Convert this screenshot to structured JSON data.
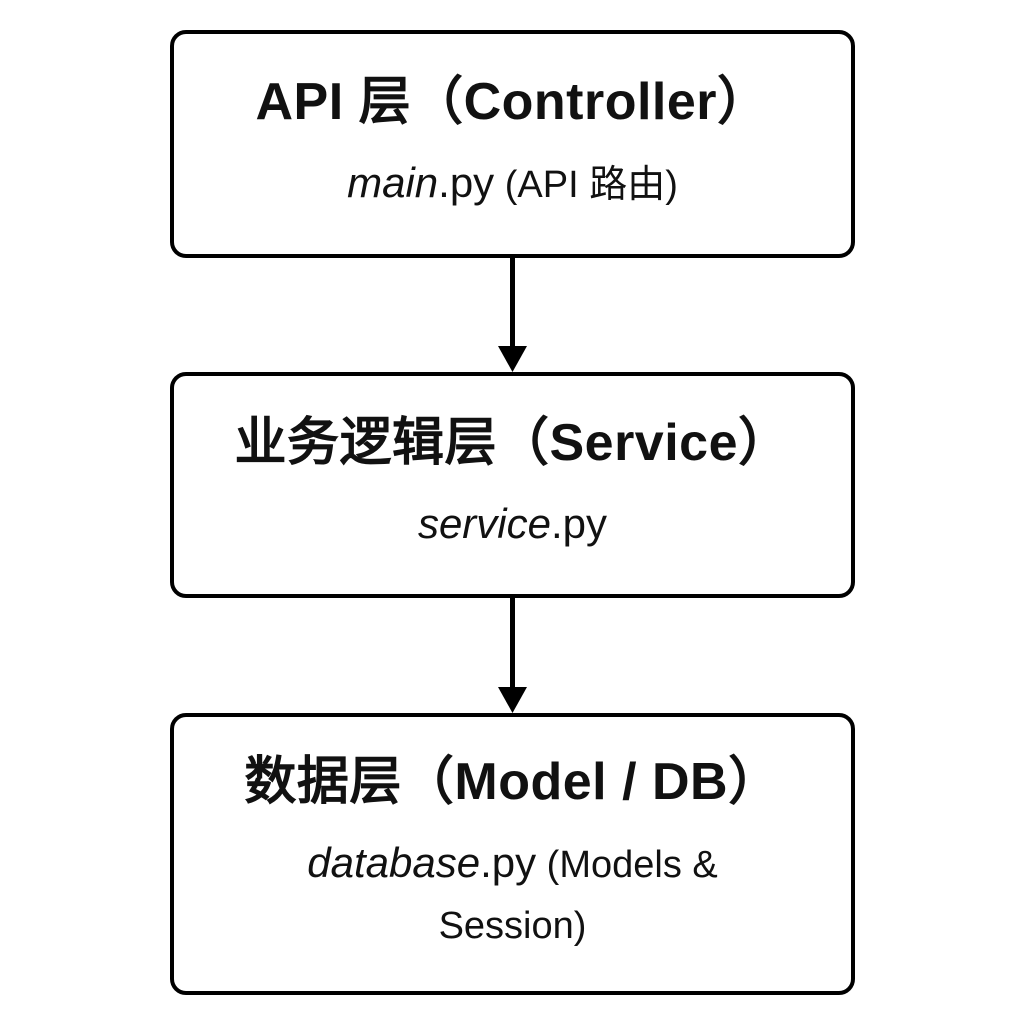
{
  "diagram": {
    "type": "layered-architecture-flow",
    "colors": {
      "background": "#ffffff",
      "box_border": "#000000",
      "text": "#111111",
      "arrow": "#000000"
    },
    "layers": [
      {
        "id": "api-layer",
        "title": "API 层（Controller）",
        "file_name_italic": "main",
        "file_name_rest": ".py",
        "annotation": " (API 路由)"
      },
      {
        "id": "service-layer",
        "title": "业务逻辑层（Service）",
        "file_name_italic": "service",
        "file_name_rest": ".py",
        "annotation": ""
      },
      {
        "id": "data-layer",
        "title": "数据层（Model / DB）",
        "file_name_italic": "database",
        "file_name_rest": ".py",
        "annotation": " (Models & Session)"
      }
    ],
    "arrows": [
      {
        "from": "API 层（Controller）",
        "to": "业务逻辑层（Service）",
        "direction": "down"
      },
      {
        "from": "业务逻辑层（Service）",
        "to": "数据层（Model / DB）",
        "direction": "down"
      }
    ]
  }
}
